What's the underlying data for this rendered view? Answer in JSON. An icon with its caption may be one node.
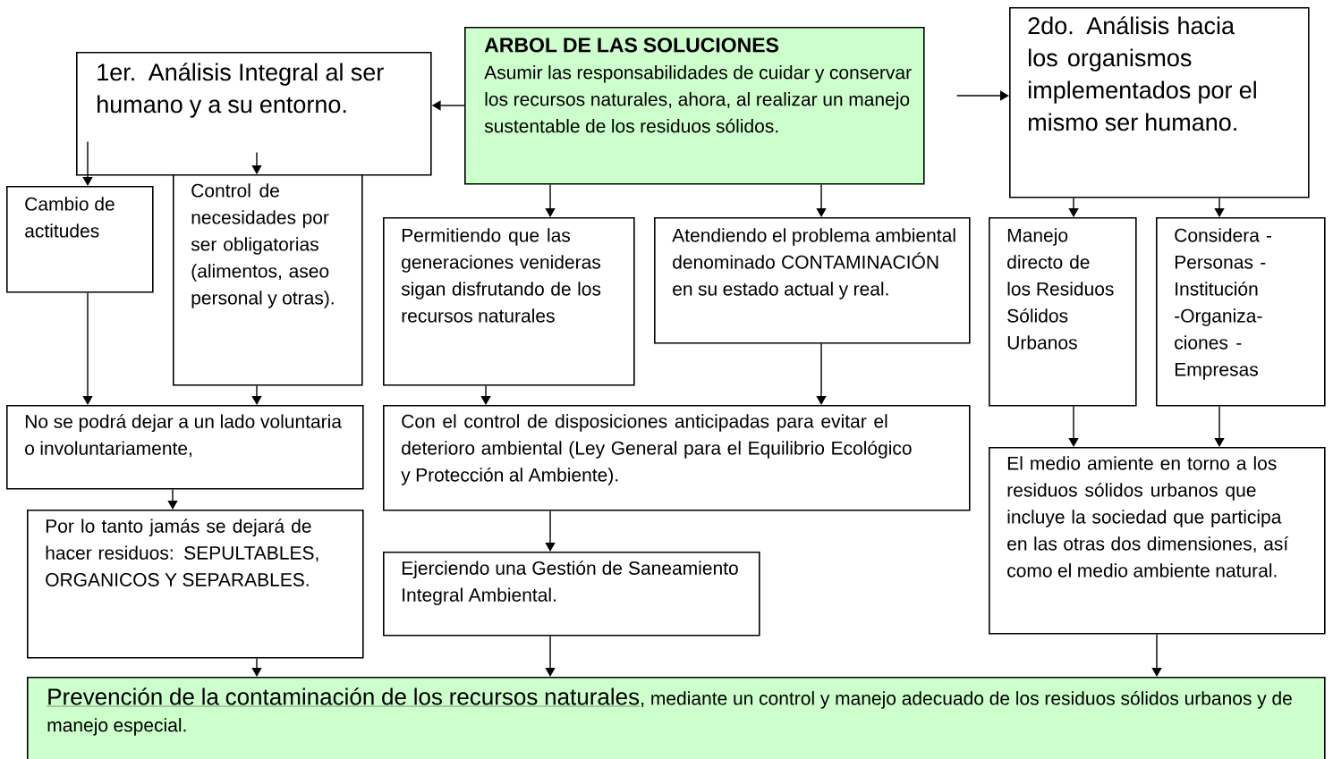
{
  "diagram": {
    "nodes": [
      {
        "text": [
          "ARBOL DE LAS SOLUCIONES",
          "Asumir las responsabilidades de cuidar y conservar los recursos naturales, ahora, al realizar un manejo sustentable de los residuos sólidos."
        ]
      },
      {
        "text": [
          "1er. Análisis Integral al ser humano y a su entorno."
        ]
      },
      {
        "text": [
          "2do. Análisis hacia los organismos implementados por el mismo ser humano."
        ]
      },
      {
        "text": [
          "Cambio de actitudes"
        ]
      },
      {
        "text": [
          "Control de necesidades por ser obligatorias (alimentos, aseo personal y otras)."
        ]
      },
      {
        "text": [
          "Permitiendo que las generaciones venideras sigan disfrutando de los recursos naturales"
        ]
      },
      {
        "text": [
          "Atendiendo el problema ambiental denominado CONTAMINACIÓN en su estado actual y real."
        ]
      },
      {
        "text": [
          "Manejo directo de los Residuos Sólidos Urbanos"
        ]
      },
      {
        "text": [
          "Considera -Personas -Institución -Organiza- ciones -Empresas"
        ]
      },
      {
        "text": [
          "No se podrá dejar a un lado voluntaria o involuntariamente,"
        ]
      },
      {
        "text": [
          "Con el control de disposiciones anticipadas para evitar el deterioro ambiental (Ley General para el Equilibrio Ecológico y Protección al Ambiente)."
        ]
      },
      {
        "text": [
          "El medio amiente en torno a los residuos sólidos urbanos que incluye la sociedad que participa en las otras dos dimensiones, así como el medio ambiente natural."
        ]
      },
      {
        "text": [
          "Por lo tanto jamás se dejará de hacer residuos: SEPULTABLES, ORGANICOS Y SEPARABLES."
        ]
      },
      {
        "text": [
          "Ejerciendo una Gestión de Saneamiento Integral Ambiental."
        ]
      },
      {
        "text": [
          "Prevención de la contaminación de los recursos naturales",
          ", mediante un control y manejo adecuado de los residuos sólidos urbanos y de manejo especial."
        ]
      }
    ],
    "edges": [
      {
        "from": 0,
        "to": 1,
        "arrow": "to"
      },
      {
        "from": 0,
        "to": 2,
        "arrow": "to"
      },
      {
        "from": 0,
        "to": 5,
        "arrow": "to"
      },
      {
        "from": 0,
        "to": 6,
        "arrow": "to"
      },
      {
        "from": 1,
        "to": 3,
        "arrow": "to"
      },
      {
        "from": 1,
        "to": 4,
        "arrow": "to"
      },
      {
        "from": 2,
        "to": 7,
        "arrow": "to"
      },
      {
        "from": 2,
        "to": 8,
        "arrow": "to"
      },
      {
        "from": 3,
        "to": 9,
        "arrow": "to"
      },
      {
        "from": 4,
        "to": 9,
        "arrow": "to"
      },
      {
        "from": 5,
        "to": 10,
        "arrow": "to"
      },
      {
        "from": 6,
        "to": 10,
        "arrow": "to"
      },
      {
        "from": 7,
        "to": 11,
        "arrow": "to"
      },
      {
        "from": 8,
        "to": 11,
        "arrow": "to"
      },
      {
        "from": 9,
        "to": 12,
        "arrow": "to"
      },
      {
        "from": 10,
        "to": 13,
        "arrow": "to"
      },
      {
        "from": 12,
        "to": 14,
        "arrow": "to"
      },
      {
        "from": 13,
        "to": 14,
        "arrow": "to"
      },
      {
        "from": 11,
        "to": 14,
        "arrow": "to"
      }
    ]
  }
}
